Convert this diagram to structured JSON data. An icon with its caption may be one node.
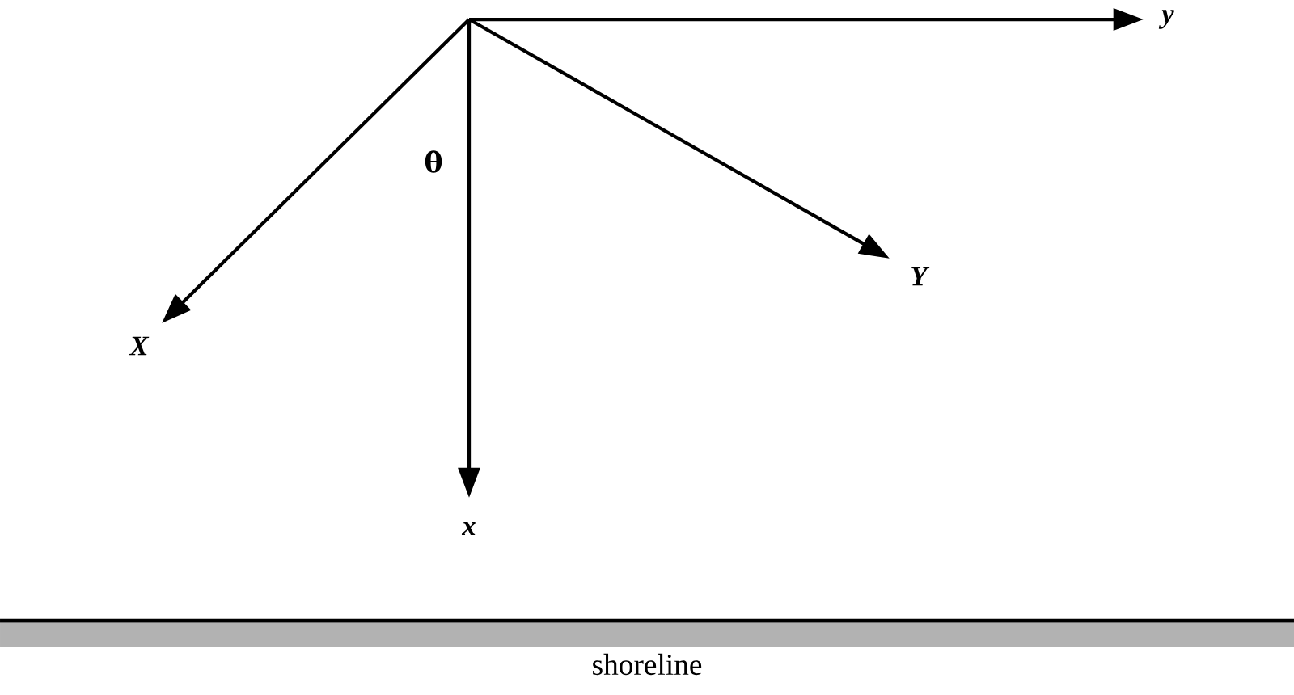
{
  "diagram": {
    "labels": [
      "y",
      "θ",
      "Y",
      "X",
      "x",
      "shoreline"
    ]
  }
}
